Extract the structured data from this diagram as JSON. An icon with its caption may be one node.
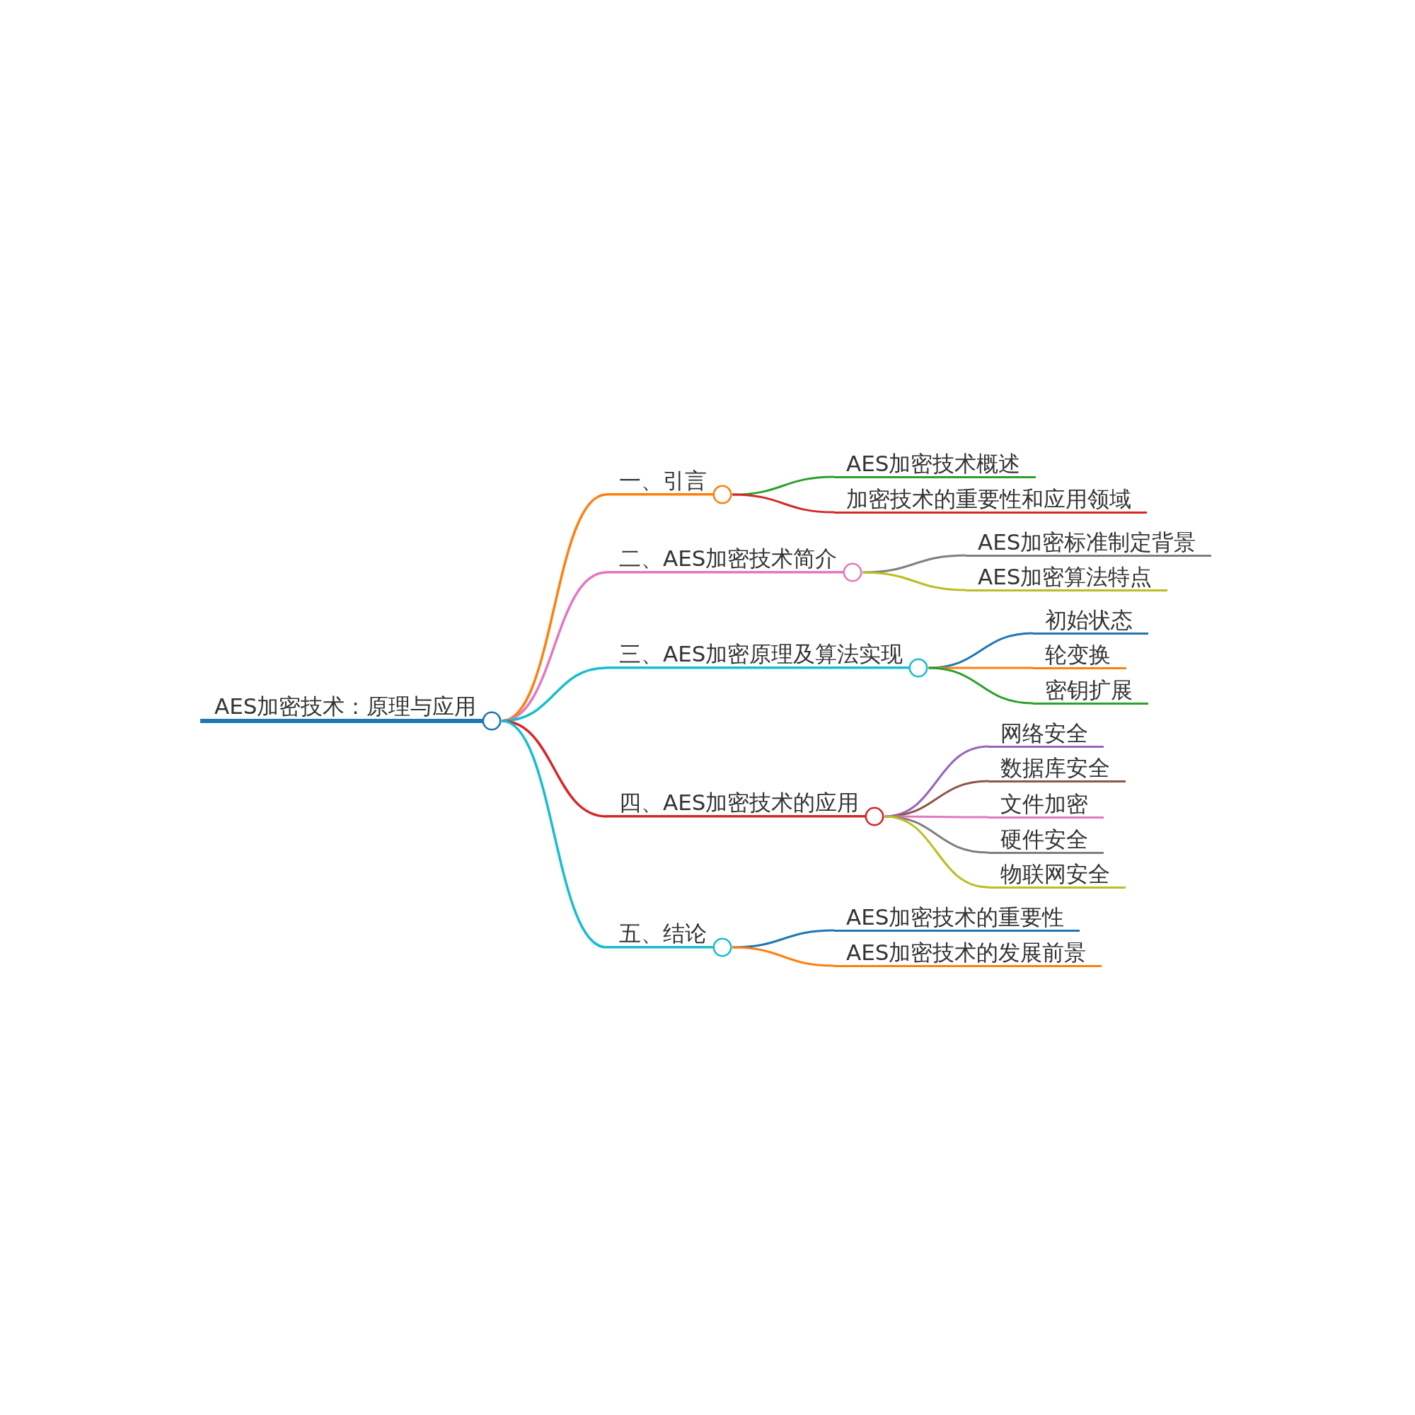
{
  "diagram": {
    "nodes": [
      {
        "text": [
          "AES加密技术：原理与应用"
        ]
      },
      {
        "text": [
          "一、引言"
        ]
      },
      {
        "text": [
          "AES加密技术概述"
        ]
      },
      {
        "text": [
          "加密技术的重要性和应用领域"
        ]
      },
      {
        "text": [
          "二、AES加密技术简介"
        ]
      },
      {
        "text": [
          "AES加密标准制定背景"
        ]
      },
      {
        "text": [
          "AES加密算法特点"
        ]
      },
      {
        "text": [
          "三、AES加密原理及算法实现"
        ]
      },
      {
        "text": [
          "初始状态"
        ]
      },
      {
        "text": [
          "轮变换"
        ]
      },
      {
        "text": [
          "密钥扩展"
        ]
      },
      {
        "text": [
          "四、AES加密技术的应用"
        ]
      },
      {
        "text": [
          "网络安全"
        ]
      },
      {
        "text": [
          "数据库安全"
        ]
      },
      {
        "text": [
          "文件加密"
        ]
      },
      {
        "text": [
          "硬件安全"
        ]
      },
      {
        "text": [
          "物联网安全"
        ]
      },
      {
        "text": [
          "五、结论"
        ]
      },
      {
        "text": [
          "AES加密技术的重要性"
        ]
      },
      {
        "text": [
          "AES加密技术的发展前景"
        ]
      }
    ],
    "edges": [
      {
        "from": 0,
        "to": 1,
        "arrow": "none",
        "color": "#ff7f0e"
      },
      {
        "from": 1,
        "to": 2,
        "arrow": "none",
        "color": "#2ca02c"
      },
      {
        "from": 1,
        "to": 3,
        "arrow": "none",
        "color": "#d62728"
      },
      {
        "from": 0,
        "to": 4,
        "arrow": "none",
        "color": "#e377c2"
      },
      {
        "from": 4,
        "to": 5,
        "arrow": "none",
        "color": "#7f7f7f"
      },
      {
        "from": 4,
        "to": 6,
        "arrow": "none",
        "color": "#bcbd22"
      },
      {
        "from": 0,
        "to": 7,
        "arrow": "none",
        "color": "#17becf"
      },
      {
        "from": 7,
        "to": 8,
        "arrow": "none",
        "color": "#1f77b4"
      },
      {
        "from": 7,
        "to": 9,
        "arrow": "none",
        "color": "#ff7f0e"
      },
      {
        "from": 7,
        "to": 10,
        "arrow": "none",
        "color": "#2ca02c"
      },
      {
        "from": 0,
        "to": 11,
        "arrow": "none",
        "color": "#d62728"
      },
      {
        "from": 11,
        "to": 12,
        "arrow": "none",
        "color": "#9467bd"
      },
      {
        "from": 11,
        "to": 13,
        "arrow": "none",
        "color": "#8c564b"
      },
      {
        "from": 11,
        "to": 14,
        "arrow": "none",
        "color": "#e377c2"
      },
      {
        "from": 11,
        "to": 15,
        "arrow": "none",
        "color": "#7f7f7f"
      },
      {
        "from": 11,
        "to": 16,
        "arrow": "none",
        "color": "#bcbd22"
      },
      {
        "from": 0,
        "to": 17,
        "arrow": "none",
        "color": "#17becf"
      },
      {
        "from": 17,
        "to": 18,
        "arrow": "none",
        "color": "#1f77b4"
      },
      {
        "from": 17,
        "to": 19,
        "arrow": "none",
        "color": "#ff7f0e"
      }
    ]
  }
}
